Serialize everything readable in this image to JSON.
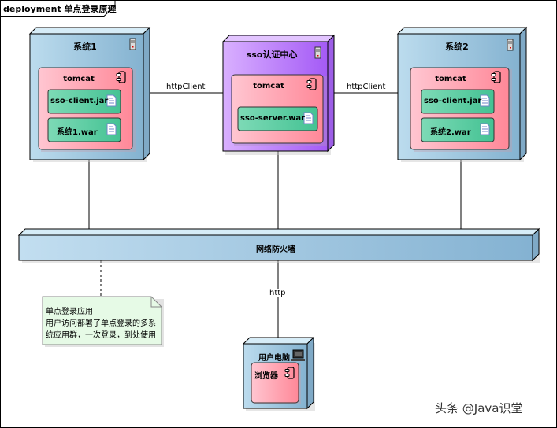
{
  "diagram": {
    "title": "deployment 单点登录原理",
    "type": "UML deployment diagram"
  },
  "nodes": {
    "system1": {
      "name": "系统1",
      "icon": "server-icon",
      "container": {
        "name": "tomcat",
        "icon": "component-icon",
        "artifacts": [
          {
            "name": "sso-client.jar",
            "icon": "document-icon"
          },
          {
            "name": "系统1.war",
            "icon": "document-icon"
          }
        ]
      }
    },
    "sso_center": {
      "name": "sso认证中心",
      "icon": "server-icon",
      "container": {
        "name": "tomcat",
        "icon": "component-icon",
        "artifacts": [
          {
            "name": "sso-server.war",
            "icon": "document-icon"
          }
        ]
      }
    },
    "system2": {
      "name": "系统2",
      "icon": "server-icon",
      "container": {
        "name": "tomcat",
        "icon": "component-icon",
        "artifacts": [
          {
            "name": "sso-client.jar",
            "icon": "document-icon"
          },
          {
            "name": "系统2.war",
            "icon": "document-icon"
          }
        ]
      }
    },
    "firewall": {
      "name": "网络防火墙"
    },
    "user_pc": {
      "name": "用户电脑",
      "icon": "computer-icon",
      "component": {
        "name": "浏览器",
        "icon": "component-icon"
      }
    }
  },
  "connectors": {
    "system1_to_sso": "httpClient",
    "sso_to_system2": "httpClient",
    "firewall_to_user": "http"
  },
  "note": {
    "lines": [
      "单点登录应用",
      "用户访问部署了单点登录的多系",
      "统应用群，一次登录，到处使用"
    ]
  },
  "colors": {
    "node_blue_light": "#c6e2f2",
    "node_blue_dark": "#86b4d2",
    "node_purple_light": "#d7a8ff",
    "node_purple_dark": "#a35cf5",
    "container_pink_light": "#ffc8d2",
    "container_pink_dark": "#ff8a9a",
    "artifact_green_light": "#7fdcb8",
    "artifact_green_dark": "#45c494",
    "note_green": "#e6fae6"
  },
  "watermark": "头条 @Java识堂"
}
